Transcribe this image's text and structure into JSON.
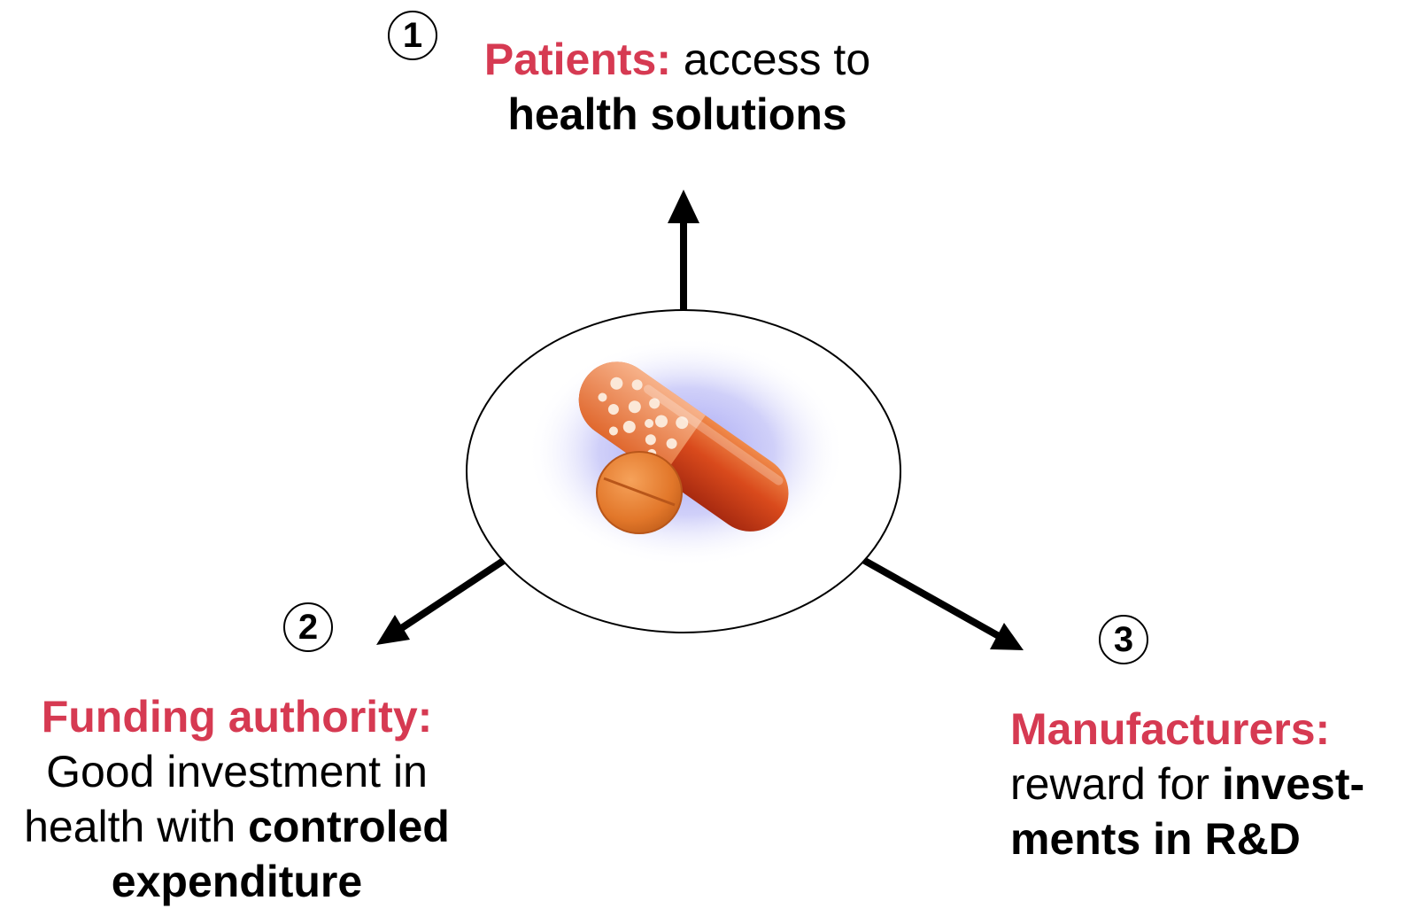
{
  "colors": {
    "highlight": "#d63a52",
    "text": "#000000",
    "glow": "#8f8ff0"
  },
  "nodes": [
    {
      "number": "1",
      "role": "Patients:",
      "text": "access to",
      "bold": "health solutions"
    },
    {
      "number": "2",
      "role": "Funding authority:",
      "text1": "Good investment in",
      "text2": "health with ",
      "bold1": "controled",
      "bold2": "expenditure"
    },
    {
      "number": "3",
      "role": "Manufacturers:",
      "text": "reward for ",
      "bold1": "invest-",
      "bold2": "ments in R&D"
    }
  ],
  "center": {
    "icon": "pills-icon"
  }
}
